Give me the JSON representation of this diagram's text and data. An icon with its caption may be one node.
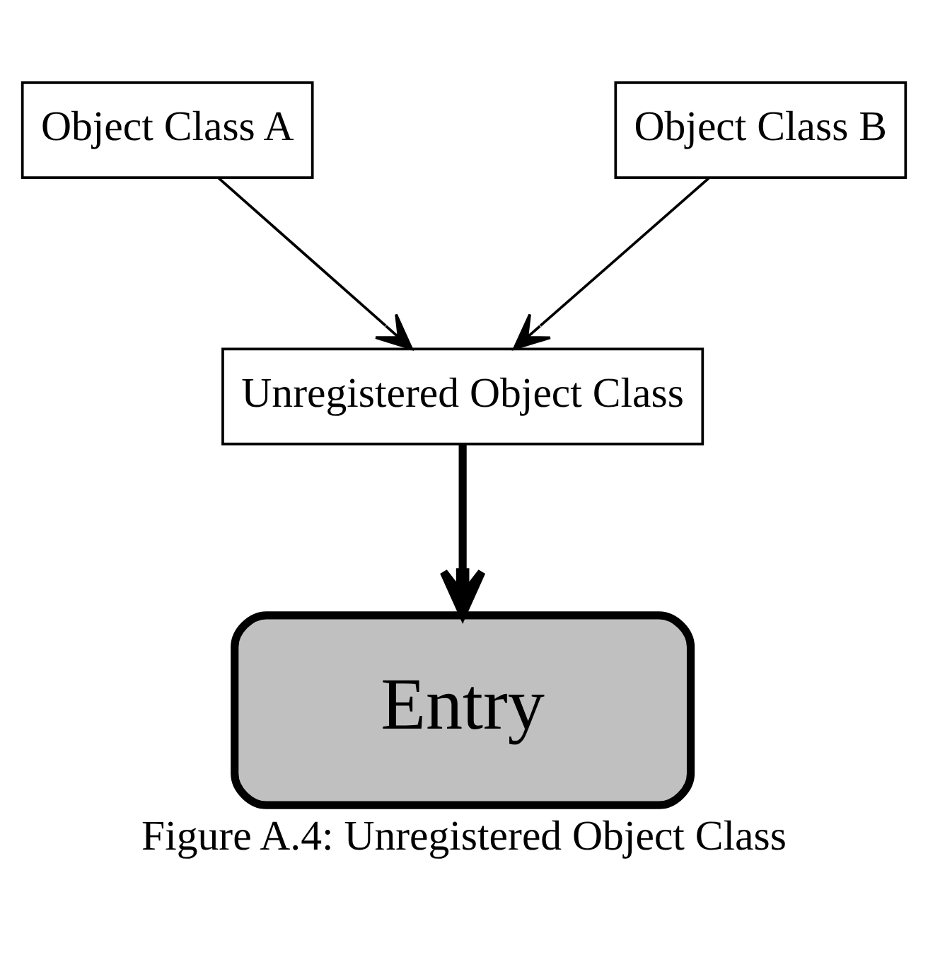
{
  "diagram": {
    "caption": "Figure A.4: Unregistered Object Class",
    "nodes": [
      {
        "text": [
          "Object Class A"
        ]
      },
      {
        "text": [
          "Object Class B"
        ]
      },
      {
        "text": [
          "Unregistered Object Class"
        ]
      },
      {
        "text": [
          "Entry"
        ]
      }
    ],
    "edges": [
      {
        "from": 0,
        "to": 2,
        "arrow": "to"
      },
      {
        "from": 1,
        "to": 2,
        "arrow": "to"
      },
      {
        "from": 2,
        "to": 3,
        "arrow": "to",
        "style": "thick"
      }
    ]
  }
}
